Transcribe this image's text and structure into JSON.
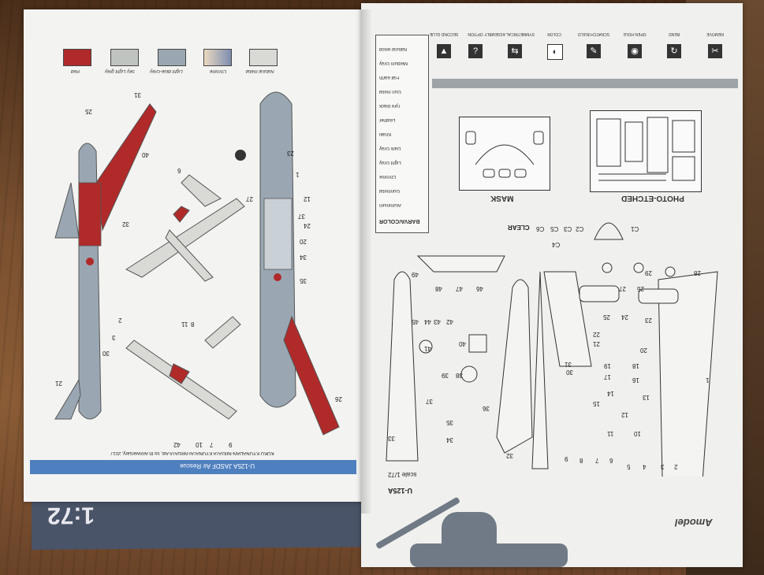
{
  "left_page": {
    "banner_title": "U-125A JASDF Air Rescue",
    "banner_subtitle": "KOKU KYUNADAN-NIIGATA KYUNATAI-NIIGATA AB, 55 th Anniversary, 2017",
    "swatches": [
      {
        "label": "Red",
        "color": "#b02a2a"
      },
      {
        "label": "Sky Light grey",
        "color": "#bfc4c0"
      },
      {
        "label": "Light Blue-Grey",
        "color": "#9aa7b3"
      },
      {
        "label": "Chrome",
        "color": "#c9c2ba"
      },
      {
        "label": "Natural metal",
        "color": "#d9d9d6"
      }
    ],
    "callouts": [
      "25",
      "31",
      "40",
      "6",
      "23",
      "1",
      "27",
      "12",
      "37",
      "24",
      "20",
      "34",
      "35",
      "32",
      "2",
      "3",
      "30",
      "11",
      "8",
      "10",
      "9",
      "7",
      "42",
      "26",
      "21"
    ]
  },
  "right_page": {
    "scale": "scale 1/72",
    "model_name": "U-125A",
    "brand": "Amodel",
    "colors_header": "BARVA/COLOR",
    "color_legend": [
      "Aluminium",
      "Gunmetal",
      "Chrome",
      "Light Gray",
      "Dark Gray",
      "Khaki",
      "Leather",
      "Tyre black",
      "Gun metal",
      "Flat earth",
      "Medium Gray",
      "Natural wood"
    ],
    "symbols": [
      {
        "label": "REMOVE",
        "icon": "✂"
      },
      {
        "label": "BEND",
        "icon": "↻"
      },
      {
        "label": "OPEN HOLE",
        "icon": "◉"
      },
      {
        "label": "SCRATCH BUILD",
        "icon": "✎"
      },
      {
        "label": "COLOR",
        "icon": "◐"
      },
      {
        "label": "SYMMETRICAL ASSEMBLY",
        "icon": "⇆"
      },
      {
        "label": "OPTION",
        "icon": "?"
      },
      {
        "label": "SECOND GLUE",
        "icon": "▲"
      }
    ],
    "photo_etched_label": "PHOTO-ETCHED",
    "mask_label": "MASK",
    "clear_label": "CLEAR",
    "clear_parts": [
      "C1",
      "C2",
      "C3",
      "C4",
      "C5",
      "C6"
    ],
    "part_numbers": [
      "1",
      "2",
      "3",
      "4",
      "5",
      "6",
      "7",
      "8",
      "9",
      "10",
      "11",
      "12",
      "13",
      "14",
      "15",
      "16",
      "17",
      "18",
      "19",
      "20",
      "21",
      "22",
      "23",
      "24",
      "25",
      "26",
      "27",
      "28",
      "29",
      "30",
      "31",
      "32",
      "33",
      "34",
      "35",
      "36",
      "37",
      "38",
      "39",
      "40",
      "41",
      "42",
      "43",
      "44",
      "45",
      "46",
      "47",
      "48",
      "49"
    ]
  }
}
